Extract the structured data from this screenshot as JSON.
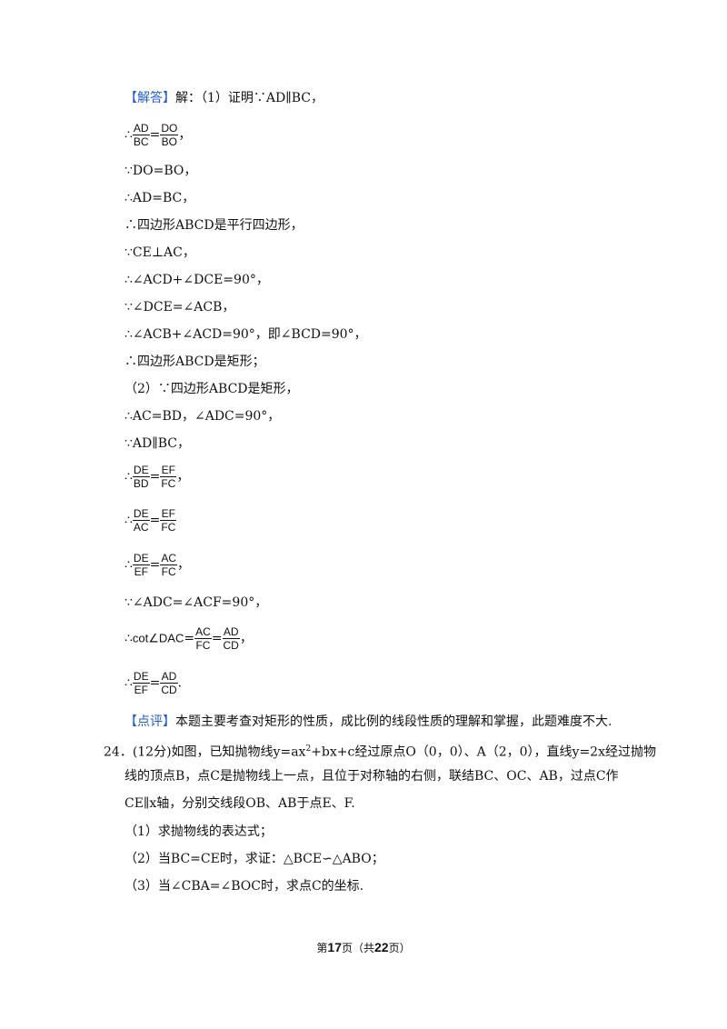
{
  "answer_tag": "【解答】",
  "answer_intro": "解：（1）证明∵AD∥BC，",
  "therefore": "∴",
  "because": "∵",
  "eq": "=",
  "frac1": {
    "n1": "AD",
    "d1": "BC",
    "n2": "DO",
    "d2": "BO"
  },
  "l3": "∵DO=BO，",
  "l4": "∴AD=BC，",
  "l5": "∴四边形ABCD是平行四边形，",
  "l6": "∵CE⊥AC，",
  "l7": "∴∠ACD+∠DCE=90°，",
  "l8": "∵∠DCE=∠ACB，",
  "l9": "∴∠ACB+∠ACD=90°，即∠BCD=90°，",
  "l10": "∴四边形ABCD是矩形；",
  "l11": "（2）∵四边形ABCD是矩形，",
  "l12": "∴AC=BD，∠ADC=90°，",
  "l13": "∵AD∥BC，",
  "frac2": {
    "n1": "DE",
    "d1": "BD",
    "n2": "EF",
    "d2": "FC"
  },
  "frac3": {
    "n1": "DE",
    "d1": "AC",
    "n2": "EF",
    "d2": "FC"
  },
  "frac4": {
    "n1": "DE",
    "d1": "EF",
    "n2": "AC",
    "d2": "FC"
  },
  "l17": "∵∠ADC=∠ACF=90°，",
  "cot_label": "cot∠DAC",
  "frac5": {
    "n1": "AC",
    "d1": "FC",
    "n2": "AD",
    "d2": "CD"
  },
  "frac6": {
    "n1": "DE",
    "d1": "EF",
    "n2": "AD",
    "d2": "CD"
  },
  "comma": "，",
  "period": ".",
  "comment_tag": "【点评】",
  "comment_text": "本题主要考查对矩形的性质，成比例的线段性质的理解和掌握，此题难度不大.",
  "q24": {
    "line1_a": "24．(12分)如图，已知抛物线y=ax",
    "line1_sup": "2",
    "line1_b": "+bx+c经过原点O（0，0）、A（2，0），直线y=2x经过抛物",
    "line2": "线的顶点B，点C是抛物线上一点，且位于对称轴的右侧，联结BC、OC、AB，过点C作",
    "line3": "CE∥x轴，分别交线段OB、AB于点E、F.",
    "sub1": "（1）求抛物线的表达式；",
    "sub2": "（2）当BC=CE时，求证：△BCE∽△ABO；",
    "sub3": "（3）当∠CBA=∠BOC时，求点C的坐标."
  },
  "footer": {
    "pre": "第",
    "page": "17",
    "mid": "页（共",
    "total": "22",
    "post": "页）"
  }
}
